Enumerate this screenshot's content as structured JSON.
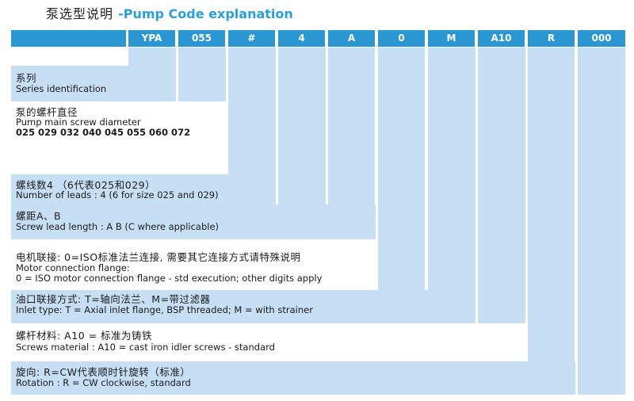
{
  "title": {
    "cn": "泵选型说明 ",
    "en": "-Pump Code explanation"
  },
  "header_cells": [
    "",
    "YPA",
    "055",
    "#",
    "4",
    "A",
    "0",
    "M",
    "A10",
    "R",
    "000"
  ],
  "sections": [
    {
      "cn": "系列",
      "en": "Series identification"
    },
    {
      "cn": "泵的螺杆直径",
      "en": "Pump main screw diameter",
      "extra": "025 029 032 040 045 055 060 072"
    },
    {
      "cn": "螺线数4 （6代表025和029）",
      "en": "Number of leads : 4 (6 for size 025 and 029)"
    },
    {
      "cn": "螺距A、B",
      "en": "Screw lead length : A B (C where applicable)"
    },
    {
      "cn": "电机联接: 0=ISO标准法兰连接, 需要其它连接方式请特殊说明",
      "en_top": "Motor connection flange:",
      "en": "0 = ISO motor connection flange - std execution; other digits apply"
    },
    {
      "cn": "油口联接方式: T=轴向法兰、M=带过滤器",
      "en": "Inlet type: T = Axial inlet flange, BSP threaded; M = with strainer"
    },
    {
      "cn": "螺杆材料: A10 = 标准为铸铁",
      "en": "Screws material : A10 = cast iron idler screws - standard"
    },
    {
      "cn": "旋向: R=CW代表顺时针旋转（标准）",
      "en": "Rotation : R = CW clockwise, standard"
    }
  ]
}
